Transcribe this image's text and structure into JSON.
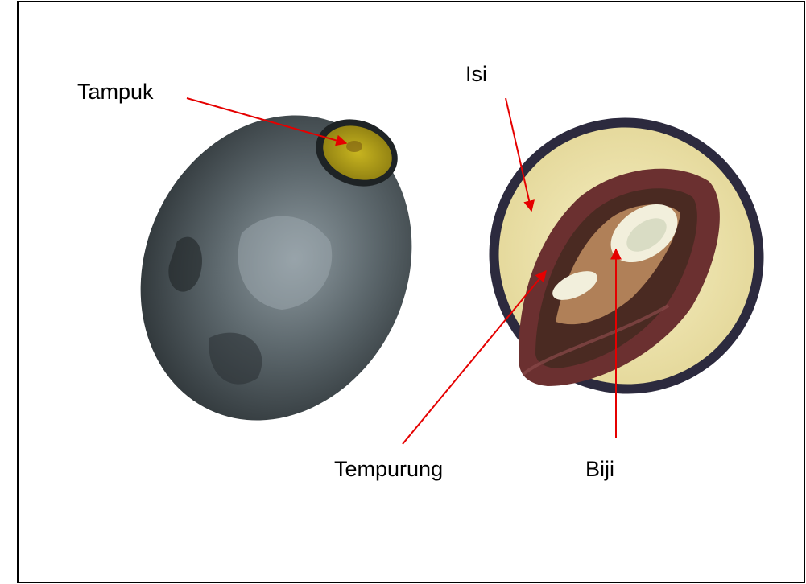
{
  "labels": {
    "tampuk": "Tampuk",
    "isi": "Isi",
    "tempurung": "Tempurung",
    "biji": "Biji"
  },
  "colors": {
    "border": "#000000",
    "arrow": "#e50000",
    "skin_dark": "#2b3134",
    "skin_light": "#7f8a90",
    "calyx": "#b8a812",
    "flesh": "#eee5aa",
    "shell": "#6b3030",
    "seed": "#f2efdc"
  },
  "icons": {
    "whole_fruit": "whole-olive-fruit-illustration",
    "cut_fruit": "cut-olive-fruit-illustration"
  }
}
